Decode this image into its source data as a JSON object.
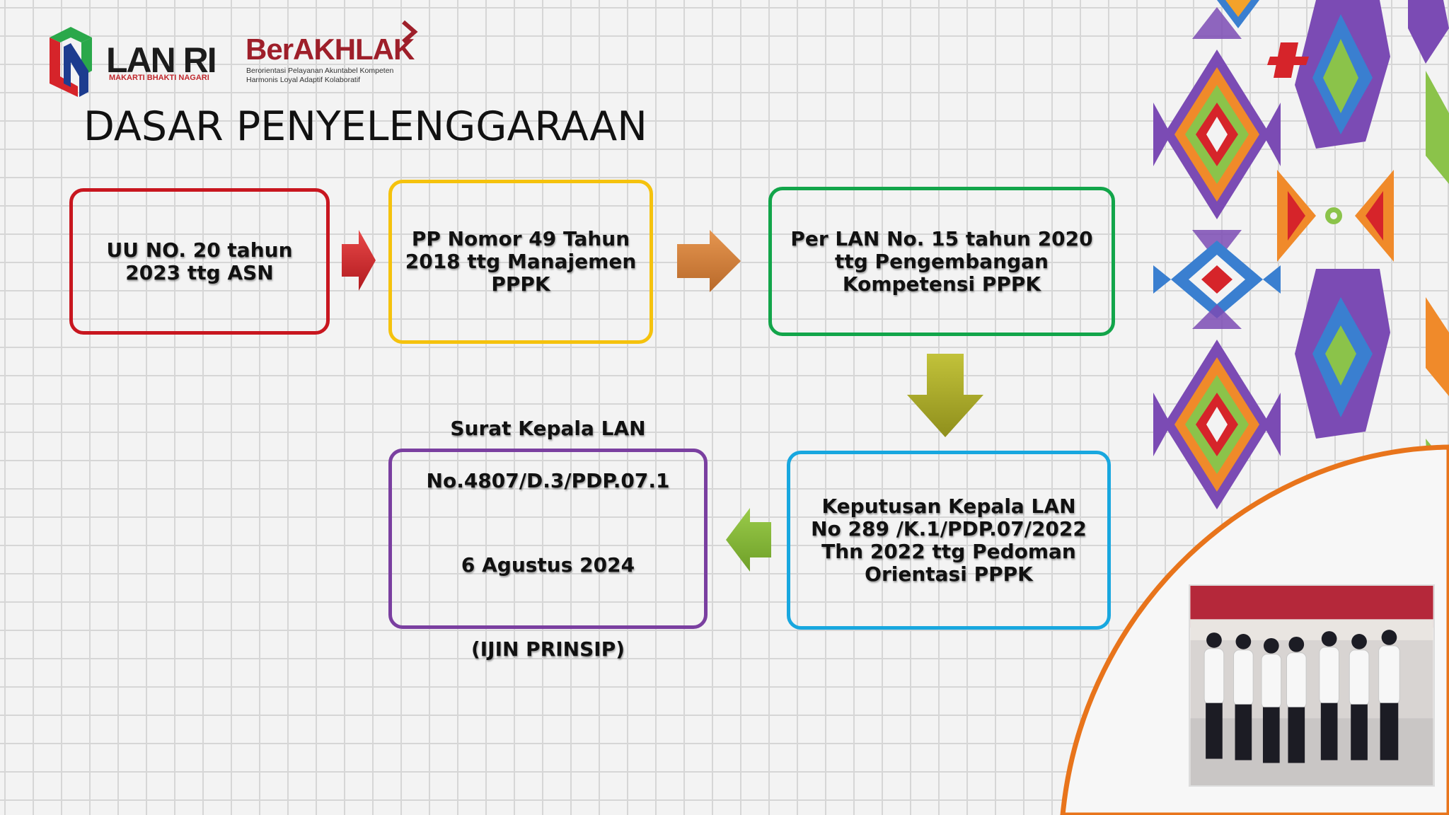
{
  "logos": {
    "lan_name": "LAN RI",
    "lan_tagline": "MAKARTI BHAKTI NAGARI",
    "berakhlak_name": "BerAKHLAK",
    "berakhlak_line1": "Berorientasi Pelayanan Akuntabel Kompeten",
    "berakhlak_line2": "Harmonis Loyal Adaptif Kolaboratif"
  },
  "title": "DASAR PENYELENGGARAAN",
  "flow": {
    "box1": "UU NO. 20 tahun\n2023 ttg ASN",
    "box2": "PP Nomor 49 Tahun\n2018 ttg Manajemen\nPPPK",
    "box3": "Per LAN No. 15 tahun 2020\nttg Pengembangan\nKompetensi PPPK",
    "box4": "Keputusan Kepala LAN\nNo 289 /K.1/PDP.07/2022\nThn 2022 ttg Pedoman\nOrientasi PPPK",
    "box5_line1": "Surat Kepala LAN",
    "box5_line2": "No.4807/D.3/PDP.07.1",
    "box5_line3": "6 Agustus 2024",
    "box5_line4": "(IJIN PRINSIP)"
  },
  "colors": {
    "box1": "#c8161f",
    "box2": "#f5c20d",
    "box3": "#12a54a",
    "box4": "#18a7df",
    "box5": "#7a3fa0",
    "corner_arc": "#e8741b"
  },
  "icons": [
    "lan-logo-icon",
    "berakhlak-chevron-icon",
    "right-arrow-icon",
    "down-arrow-icon",
    "left-arrow-icon",
    "tribal-pattern-decoration"
  ]
}
